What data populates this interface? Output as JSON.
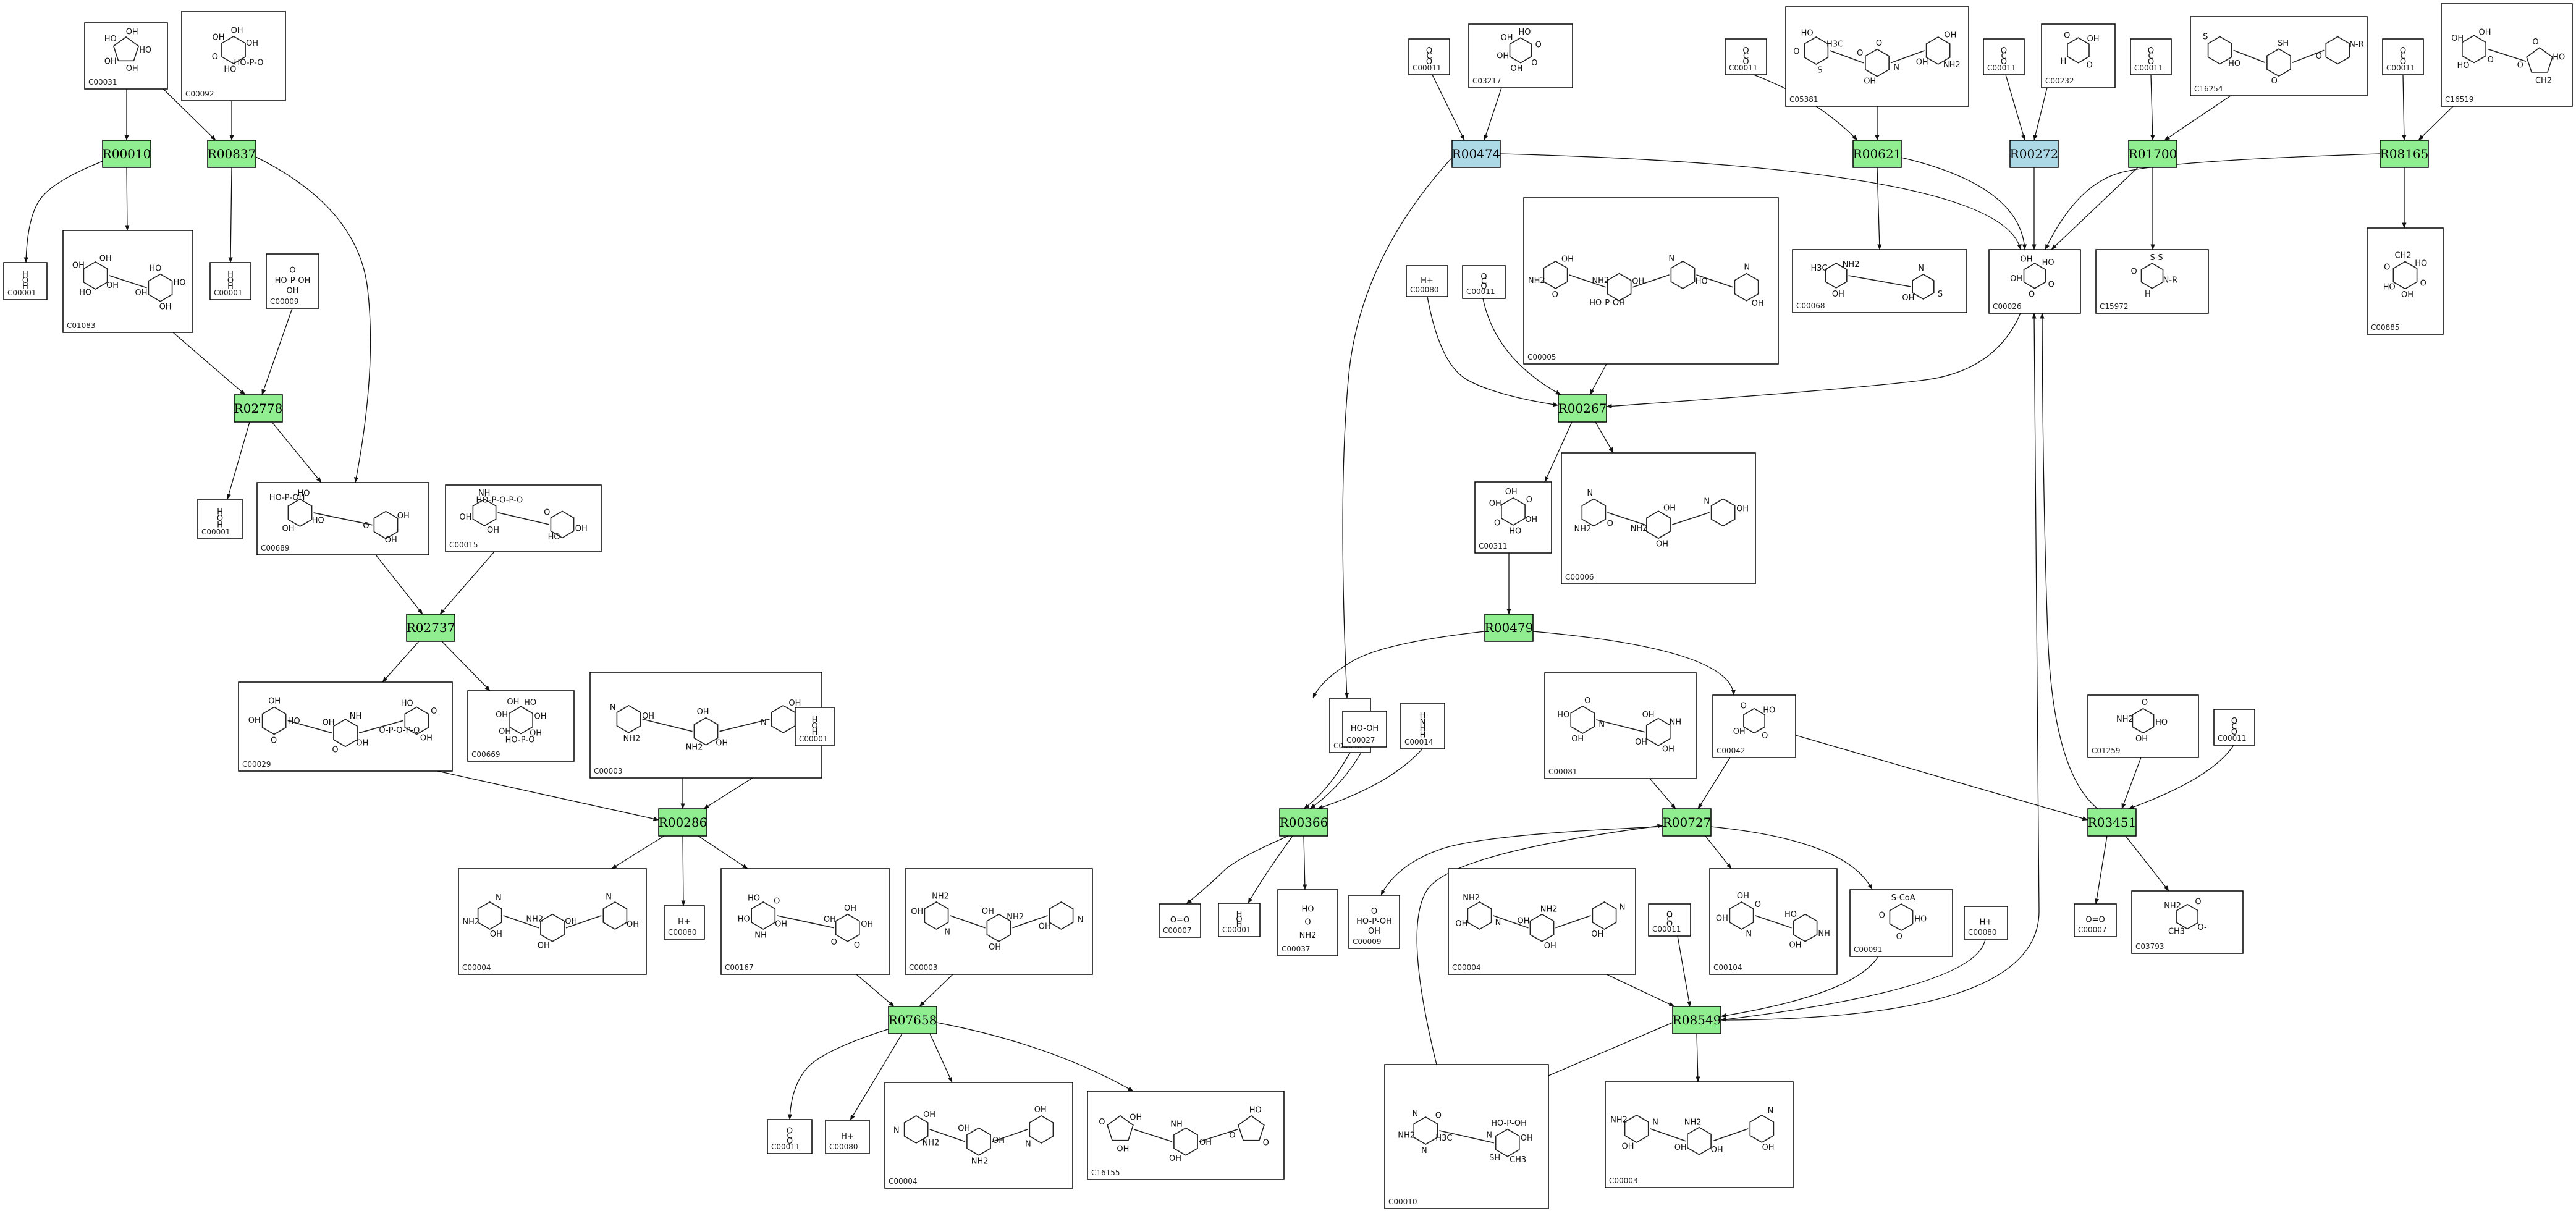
{
  "colors": {
    "reaction_default": "#90ee90",
    "reaction_highlight": "#add8e6",
    "compound_border": "#000000",
    "edge": "#111111"
  },
  "reactions": [
    {
      "id": "r1",
      "label": "R00010",
      "kind": "default"
    },
    {
      "id": "r2",
      "label": "R00837",
      "kind": "default"
    },
    {
      "id": "r3",
      "label": "R02778",
      "kind": "default"
    },
    {
      "id": "r4",
      "label": "R02737",
      "kind": "default"
    },
    {
      "id": "r5",
      "label": "R00286",
      "kind": "default"
    },
    {
      "id": "r6",
      "label": "R07658",
      "kind": "default"
    },
    {
      "id": "r7",
      "label": "R00474",
      "kind": "highlight"
    },
    {
      "id": "r8",
      "label": "R00621",
      "kind": "default"
    },
    {
      "id": "r9",
      "label": "R00272",
      "kind": "highlight"
    },
    {
      "id": "r10",
      "label": "R01700",
      "kind": "default"
    },
    {
      "id": "r11",
      "label": "R08165",
      "kind": "default"
    },
    {
      "id": "r12",
      "label": "R00267",
      "kind": "default"
    },
    {
      "id": "r13",
      "label": "R00479",
      "kind": "default"
    },
    {
      "id": "r14",
      "label": "R00366",
      "kind": "default"
    },
    {
      "id": "r15",
      "label": "R00727",
      "kind": "default"
    },
    {
      "id": "r16",
      "label": "R03451",
      "kind": "default"
    },
    {
      "id": "r17",
      "label": "R08549",
      "kind": "default"
    }
  ],
  "compounds": [
    {
      "id": "c1",
      "label": "C00031",
      "atoms": [
        "HO",
        "OH",
        "OH",
        "HO",
        "OH"
      ]
    },
    {
      "id": "c2",
      "label": "C00092",
      "atoms": [
        "HO-P-O",
        "HO",
        "O",
        "OH",
        "OH",
        "OH"
      ]
    },
    {
      "id": "c3",
      "label": "C00001",
      "atoms": [
        "H",
        "O",
        "H"
      ]
    },
    {
      "id": "c4",
      "label": "C01083",
      "atoms": [
        "HO",
        "OH",
        "OH",
        "HO",
        "OH",
        "HO",
        "OH",
        "OH"
      ]
    },
    {
      "id": "c5",
      "label": "C00001",
      "atoms": [
        "H",
        "O",
        "H"
      ]
    },
    {
      "id": "c6",
      "label": "C00009",
      "atoms": [
        "O",
        "HO-P-OH",
        "OH"
      ]
    },
    {
      "id": "c7",
      "label": "C00001",
      "atoms": [
        "H",
        "O",
        "H"
      ]
    },
    {
      "id": "c8",
      "label": "C00689",
      "atoms": [
        "HO",
        "OH",
        "HO",
        "OH",
        "OH",
        "O",
        "HO-P-OH"
      ]
    },
    {
      "id": "c9",
      "label": "C00015",
      "atoms": [
        "HO-P-O-P-O",
        "OH",
        "OH",
        "HO",
        "OH",
        "O",
        "NH"
      ]
    },
    {
      "id": "c10",
      "label": "C00029",
      "atoms": [
        "HO",
        "OH",
        "OH",
        "O",
        "O",
        "O-P-O-P-O",
        "OH",
        "OH",
        "HO",
        "OH",
        "NH",
        "O"
      ]
    },
    {
      "id": "c11",
      "label": "C00669",
      "atoms": [
        "OH",
        "HO-P-O",
        "OH",
        "OH",
        "OH",
        "HO",
        "OH"
      ]
    },
    {
      "id": "c12",
      "label": "C00003",
      "atoms": [
        "NH2",
        "NH2",
        "N",
        "N",
        "OH",
        "OH",
        "OH",
        "OH"
      ]
    },
    {
      "id": "c13",
      "label": "C00001",
      "atoms": [
        "H",
        "O",
        "H"
      ]
    },
    {
      "id": "c14",
      "label": "C00004",
      "atoms": [
        "NH2",
        "NH2",
        "N",
        "N",
        "OH",
        "OH",
        "OH",
        "OH"
      ]
    },
    {
      "id": "c15",
      "label": "C00080",
      "atoms": [
        "H+"
      ]
    },
    {
      "id": "c16",
      "label": "C00167",
      "atoms": [
        "HO",
        "OH",
        "O",
        "OH",
        "OH",
        "O",
        "NH",
        "O",
        "HO",
        "OH"
      ]
    },
    {
      "id": "c17",
      "label": "C00003",
      "atoms": [
        "NH2",
        "NH2",
        "N",
        "N",
        "OH",
        "OH",
        "OH",
        "OH"
      ]
    },
    {
      "id": "c18",
      "label": "C00011",
      "atoms": [
        "O",
        "C",
        "O"
      ]
    },
    {
      "id": "c19",
      "label": "C00080",
      "atoms": [
        "H+"
      ]
    },
    {
      "id": "c20",
      "label": "C00004",
      "atoms": [
        "NH2",
        "NH2",
        "N",
        "N",
        "OH",
        "OH",
        "OH",
        "OH"
      ]
    },
    {
      "id": "c21",
      "label": "C16155",
      "atoms": [
        "OH",
        "OH",
        "O",
        "O",
        "NH",
        "HO",
        "OH",
        "OH",
        "O"
      ]
    },
    {
      "id": "c22",
      "label": "C00011",
      "atoms": [
        "O",
        "C",
        "O"
      ]
    },
    {
      "id": "c23",
      "label": "C03217",
      "atoms": [
        "OH",
        "OH",
        "HO",
        "O",
        "O",
        "OH"
      ]
    },
    {
      "id": "c24",
      "label": "C00011",
      "atoms": [
        "O",
        "C",
        "O"
      ]
    },
    {
      "id": "c25",
      "label": "C05381",
      "atoms": [
        "HO",
        "O",
        "OH",
        "H3C",
        "N",
        "NH2",
        "S",
        "OH",
        "OH",
        "O",
        "O"
      ]
    },
    {
      "id": "c26",
      "label": "C00011",
      "atoms": [
        "O",
        "C",
        "O"
      ]
    },
    {
      "id": "c27",
      "label": "C00232",
      "atoms": [
        "OH",
        "O",
        "H",
        "O"
      ]
    },
    {
      "id": "c28",
      "label": "C00011",
      "atoms": [
        "O",
        "C",
        "O"
      ]
    },
    {
      "id": "c29",
      "label": "C16254",
      "atoms": [
        "HO",
        "O",
        "O",
        "S",
        "SH",
        "N-R"
      ]
    },
    {
      "id": "c30",
      "label": "C00011",
      "atoms": [
        "O",
        "C",
        "O"
      ]
    },
    {
      "id": "c31",
      "label": "C16519",
      "atoms": [
        "HO",
        "O",
        "OH",
        "O",
        "OH",
        "HO",
        "O",
        "CH2"
      ]
    },
    {
      "id": "c32",
      "label": "C00005",
      "atoms": [
        "NH2",
        "NH2",
        "N",
        "N",
        "OH",
        "OH",
        "HO",
        "OH",
        "O",
        "HO-P-OH"
      ]
    },
    {
      "id": "c33",
      "label": "C00068",
      "atoms": [
        "H3C",
        "N",
        "NH2",
        "S",
        "OH",
        "OH"
      ]
    },
    {
      "id": "c34",
      "label": "C00026",
      "atoms": [
        "OH",
        "HO",
        "O",
        "O",
        "OH"
      ]
    },
    {
      "id": "c35",
      "label": "C15972",
      "atoms": [
        "S-S",
        "N-R",
        "H",
        "O"
      ]
    },
    {
      "id": "c36",
      "label": "C00885",
      "atoms": [
        "HO",
        "O",
        "OH",
        "HO",
        "O",
        "CH2"
      ]
    },
    {
      "id": "c37",
      "label": "C00080",
      "atoms": [
        "H+"
      ]
    },
    {
      "id": "c38",
      "label": "C00011",
      "atoms": [
        "O",
        "C",
        "O"
      ]
    },
    {
      "id": "c39",
      "label": "C00311",
      "atoms": [
        "HO",
        "O",
        "OH",
        "OH",
        "O",
        "OH"
      ]
    },
    {
      "id": "c40",
      "label": "C00006",
      "atoms": [
        "NH2",
        "NH2",
        "N",
        "N",
        "OH",
        "OH",
        "O",
        "OH"
      ]
    },
    {
      "id": "c41",
      "label": "C00048",
      "atoms": [
        "O",
        "OH",
        "O"
      ]
    },
    {
      "id": "c42",
      "label": "C00027",
      "atoms": [
        "HO-OH"
      ]
    },
    {
      "id": "c43",
      "label": "C00014",
      "atoms": [
        "H",
        "N",
        "H",
        "H"
      ]
    },
    {
      "id": "c44",
      "label": "C00081",
      "atoms": [
        "O",
        "NH",
        "N",
        "OH",
        "OH",
        "OH",
        "HO",
        "OH"
      ]
    },
    {
      "id": "c45",
      "label": "C00042",
      "atoms": [
        "HO",
        "O",
        "OH",
        "O"
      ]
    },
    {
      "id": "c46",
      "label": "C01259",
      "atoms": [
        "HO",
        "OH",
        "NH2",
        "O"
      ]
    },
    {
      "id": "c47",
      "label": "C00011",
      "atoms": [
        "O",
        "C",
        "O"
      ]
    },
    {
      "id": "c48",
      "label": "C00007",
      "atoms": [
        "O=O"
      ]
    },
    {
      "id": "c49",
      "label": "C00001",
      "atoms": [
        "H",
        "O",
        "H"
      ]
    },
    {
      "id": "c50",
      "label": "C00037",
      "atoms": [
        "HO",
        "O",
        "NH2"
      ]
    },
    {
      "id": "c51",
      "label": "C00009",
      "atoms": [
        "O",
        "HO-P-OH",
        "OH"
      ]
    },
    {
      "id": "c52",
      "label": "C00004",
      "atoms": [
        "NH2",
        "NH2",
        "N",
        "N",
        "OH",
        "OH",
        "OH",
        "OH"
      ]
    },
    {
      "id": "c53",
      "label": "C00011",
      "atoms": [
        "O",
        "C",
        "O"
      ]
    },
    {
      "id": "c54",
      "label": "C00104",
      "atoms": [
        "O",
        "NH",
        "N",
        "OH",
        "OH",
        "HO",
        "OH"
      ]
    },
    {
      "id": "c55",
      "label": "C00091",
      "atoms": [
        "HO",
        "O",
        "O",
        "S-CoA"
      ]
    },
    {
      "id": "c56",
      "label": "C00080",
      "atoms": [
        "H+"
      ]
    },
    {
      "id": "c57",
      "label": "C00007",
      "atoms": [
        "O=O"
      ]
    },
    {
      "id": "c58",
      "label": "C03793",
      "atoms": [
        "CH3",
        "NH2",
        "O",
        "O-"
      ]
    },
    {
      "id": "c59",
      "label": "C00010",
      "atoms": [
        "NH2",
        "N",
        "N",
        "HO-P-OH",
        "O",
        "OH",
        "H3C",
        "CH3",
        "N",
        "SH"
      ]
    },
    {
      "id": "c60",
      "label": "C00003",
      "atoms": [
        "NH2",
        "NH2",
        "N",
        "N",
        "OH",
        "OH",
        "OH",
        "OH"
      ]
    }
  ]
}
